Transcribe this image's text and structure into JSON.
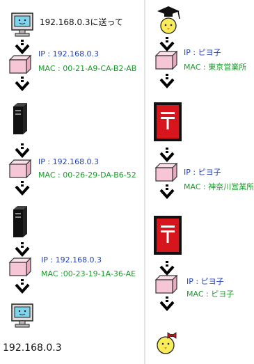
{
  "colors": {
    "ip_text": "#1f3fbf",
    "mac_text": "#1a9a2a",
    "packet_fill": "#f6c6d6",
    "monitor_screen": "#7fd3ea",
    "postbox_red": "#d7151c",
    "divider": "#c9c9c9"
  },
  "left_chain": {
    "sender_caption": "192.168.0.3に送って",
    "hop1": {
      "ip": "IP : 192.168.0.3",
      "mac": "MAC : 00-21-A9-CA-B2-AB"
    },
    "hop2": {
      "ip": "IP : 192.168.0.3",
      "mac": "MAC : 00-26-29-DA-B6-52"
    },
    "hop3": {
      "ip": "IP : 192.168.0.3",
      "mac": "MAC :00-23-19-1A-36-AE"
    },
    "receiver_caption": "192.168.0.3"
  },
  "right_chain": {
    "hop1": {
      "ip": "IP : ピヨ子",
      "mac": "MAC : 東京営業所"
    },
    "hop2": {
      "ip": "IP : ピヨ子",
      "mac": "MAC : 神奈川営業所"
    },
    "hop3": {
      "ip": "IP : ピヨ子",
      "mac": "MAC : ピヨ子"
    }
  },
  "icons": [
    "computer-monitor-icon",
    "server-tower-icon",
    "packet-box-icon",
    "down-arrow-icon",
    "chick-graduate-icon",
    "postbox-icon",
    "chick-girl-icon"
  ]
}
